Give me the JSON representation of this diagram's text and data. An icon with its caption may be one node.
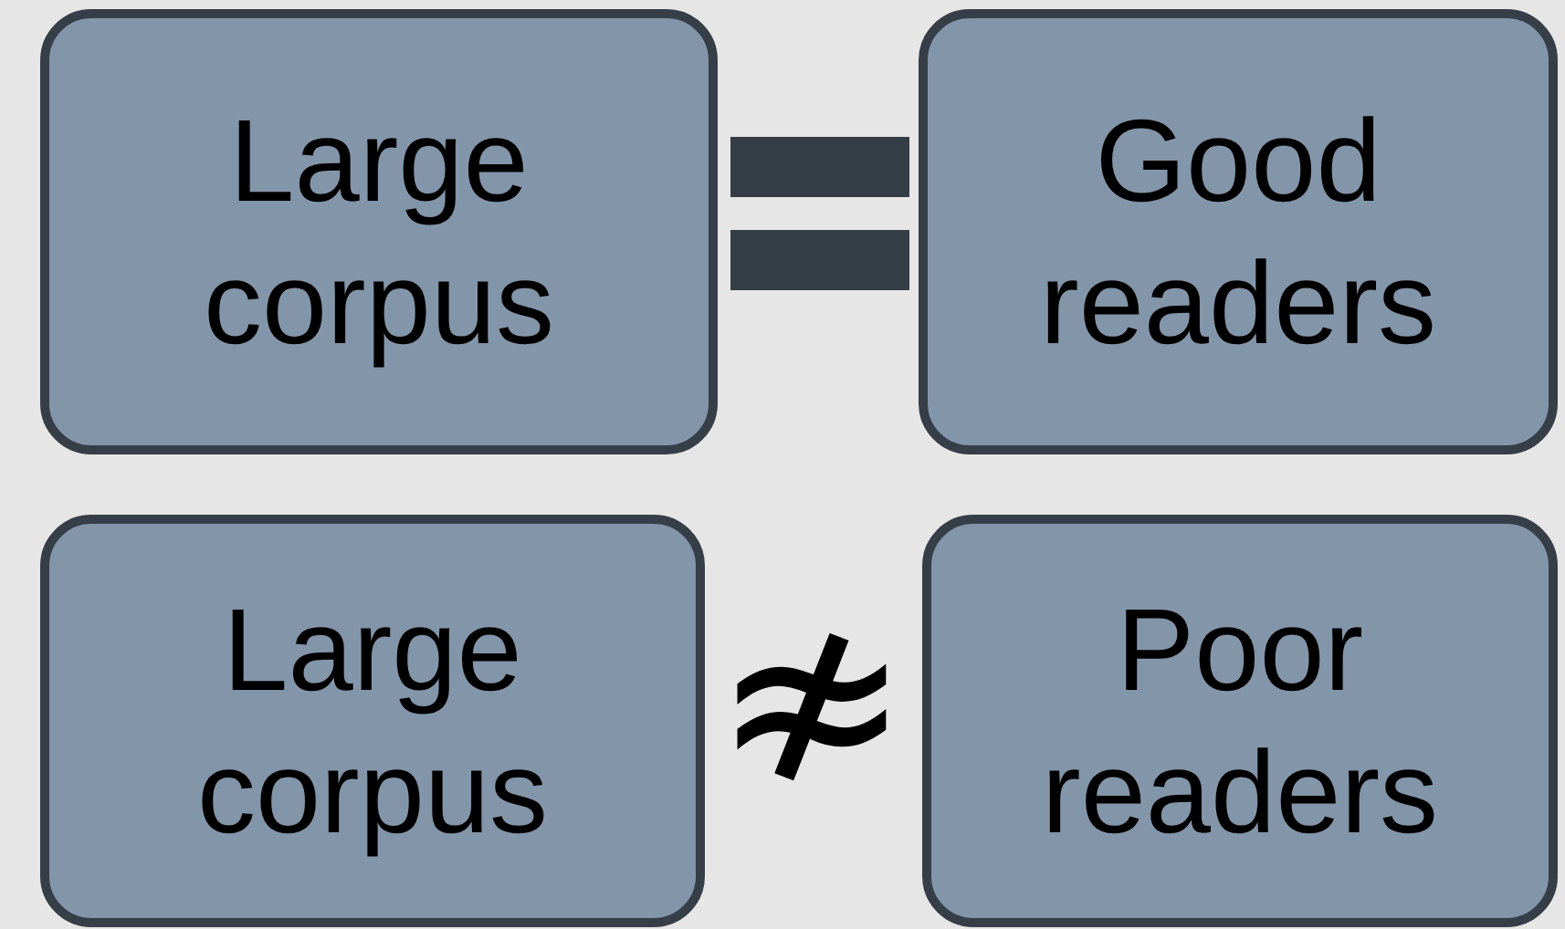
{
  "diagram": {
    "nodes": [
      {
        "text": [
          "Large corpus"
        ]
      },
      {
        "text": [
          "Good readers"
        ]
      },
      {
        "text": [
          "Large corpus"
        ]
      },
      {
        "text": [
          "Poor readers"
        ]
      }
    ],
    "labels": [
      "≉"
    ]
  }
}
